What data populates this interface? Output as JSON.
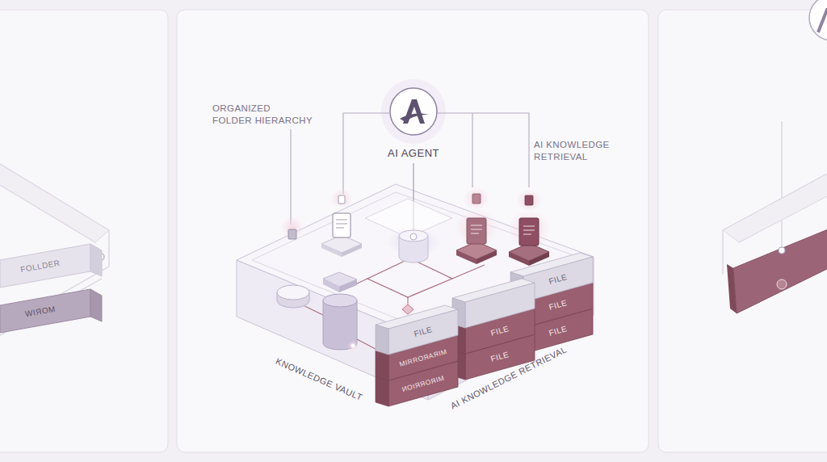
{
  "diagram": {
    "nodes": [
      {
        "text": [
          "FOLLDER"
        ]
      },
      {
        "text": [
          "WIЯOM"
        ]
      },
      {
        "text": [
          "AI AGENT"
        ]
      },
      {
        "text": [
          "KNOWLEDGE VAULT",
          "AI KNOWLEDGE RETRIEVAL"
        ]
      },
      {
        "text": [
          "FILE"
        ],
        "in": 3
      },
      {
        "text": [
          "FILE"
        ],
        "in": 3
      },
      {
        "text": [
          "FILE"
        ],
        "in": 3
      },
      {
        "text": [
          "FILE"
        ],
        "in": 3
      },
      {
        "text": [
          "FILE"
        ],
        "in": 3
      },
      {
        "text": [
          "FILE"
        ],
        "in": 3
      },
      {
        "text": [
          "MIRROЯAЯIM"
        ],
        "in": 3
      },
      {
        "text": [
          "ИОIЯЯOЯIM"
        ],
        "in": 3
      }
    ],
    "edges": [
      {
        "from": 2,
        "to": 3,
        "arrow": "none"
      }
    ],
    "labels": [
      "ORGANIZED FOLDER HIERARCHY",
      "AI KNOWLEDGE RETRIEVAL"
    ]
  }
}
